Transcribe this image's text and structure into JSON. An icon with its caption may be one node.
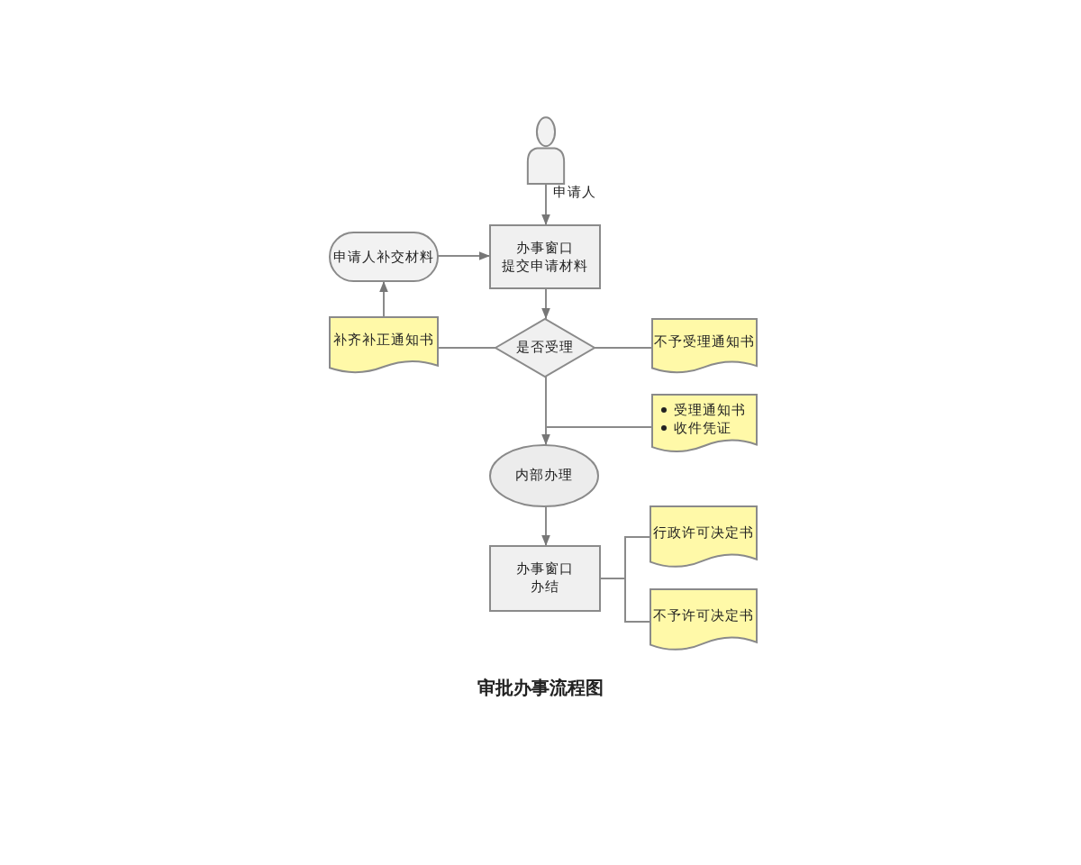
{
  "diagram": {
    "title": "审批办事流程图",
    "nodes": [
      {
        "text": [],
        "shape": "person",
        "beside": [
          "申请人"
        ]
      },
      {
        "text": [
          "办事窗口",
          "提交申请材料"
        ]
      },
      {
        "text": [
          "申请人补交材料"
        ]
      },
      {
        "text": [
          "补齐补正通知书"
        ]
      },
      {
        "text": [
          "是否受理"
        ]
      },
      {
        "text": [
          "不予受理通知书"
        ]
      },
      {
        "text": [
          "受理通知书",
          "收件凭证"
        ]
      },
      {
        "text": [
          "内部办理"
        ]
      },
      {
        "text": [
          "办事窗口",
          "办结"
        ]
      },
      {
        "text": [
          "行政许可决定书"
        ]
      },
      {
        "text": [
          "不予许可决定书"
        ]
      }
    ],
    "edges": [
      {
        "from": 0,
        "to": 1,
        "arrow": "to"
      },
      {
        "from": 2,
        "to": 1,
        "arrow": "to"
      },
      {
        "from": 1,
        "to": 4,
        "arrow": "to"
      },
      {
        "from": 4,
        "to": 3,
        "arrow": "none"
      },
      {
        "from": 3,
        "to": 2,
        "arrow": "to"
      },
      {
        "from": 4,
        "to": 5,
        "arrow": "none"
      },
      {
        "from": 4,
        "to": 7,
        "arrow": "to"
      },
      {
        "from": 4,
        "to": 6,
        "arrow": "none"
      },
      {
        "from": 7,
        "to": 8,
        "arrow": "to"
      },
      {
        "from": 8,
        "to": 9,
        "arrow": "none"
      },
      {
        "from": 8,
        "to": 10,
        "arrow": "none"
      }
    ]
  }
}
